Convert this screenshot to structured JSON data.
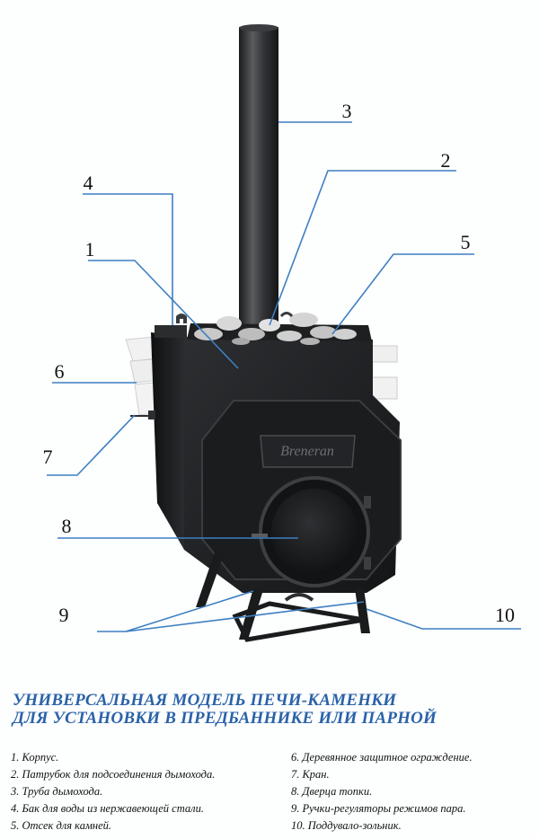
{
  "callouts": [
    "1",
    "2",
    "3",
    "4",
    "5",
    "6",
    "7",
    "8",
    "9",
    "10"
  ],
  "stove_brand": "Breneran",
  "title": {
    "line1": "УНИВЕРСАЛЬНАЯ МОДЕЛЬ ПЕЧИ-КАМЕНКИ",
    "line2": "ДЛЯ УСТАНОВКИ В ПРЕДБАННИКЕ ИЛИ ПАРНОЙ"
  },
  "legend_left": [
    "1. Корпус.",
    "2. Патрубок для подсоединения дымохода.",
    "3. Труба дымохода.",
    "4. Бак для воды из нержавеющей стали.",
    "5. Отсек для камней."
  ],
  "legend_right": [
    "6. Деревянное защитное ограждение.",
    "7. Кран.",
    "8. Дверца топки.",
    "9. Ручки-регуляторы режимов пара.",
    "10. Поддувало-зольник."
  ],
  "colors": {
    "title": "#2a62a8",
    "leader": "#3d7fc2",
    "stove": "#1c1d1f"
  }
}
